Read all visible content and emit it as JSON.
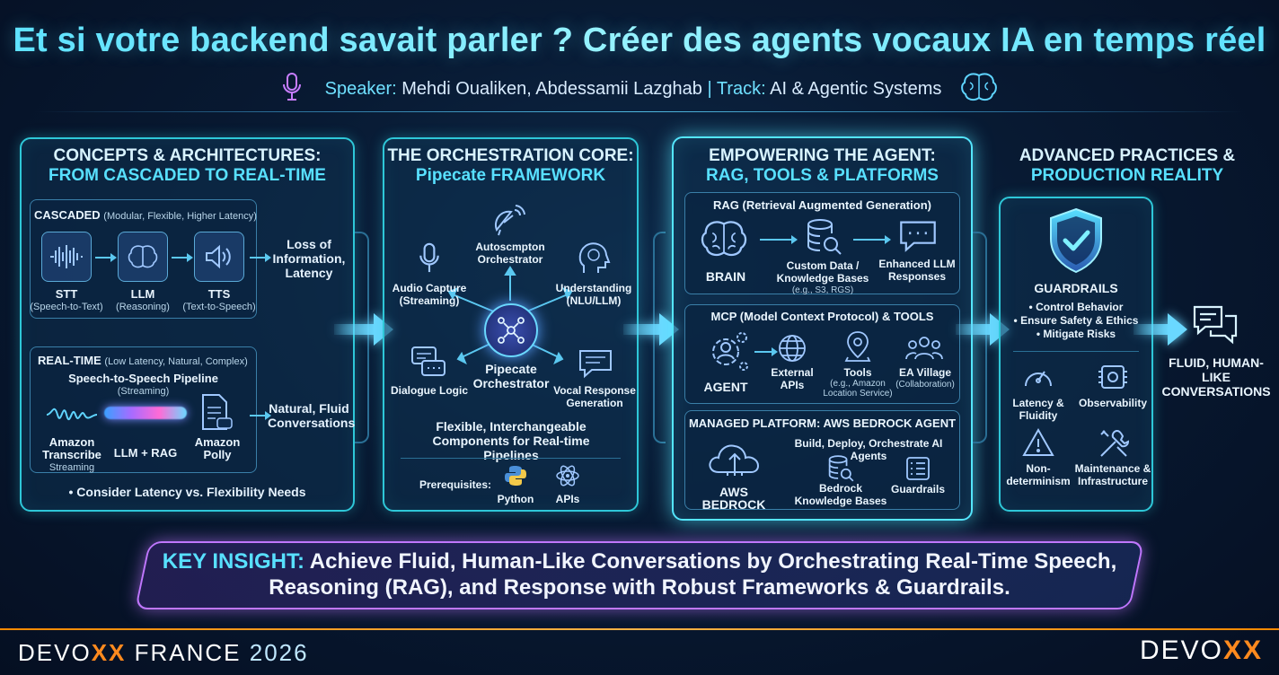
{
  "header": {
    "title": "Et si votre backend savait parler ? Créer des agents vocaux IA en temps réel",
    "speaker_label": "Speaker:",
    "speaker_names": "Mehdi Oualiken, Abdessamii Lazghab",
    "track_label": "| Track:",
    "track_name": "AI & Agentic Systems"
  },
  "col1": {
    "title_line1": "CONCEPTS & ARCHITECTURES:",
    "title_line2": "FROM CASCADED TO REAL-TIME",
    "cascaded": {
      "heading": "CASCADED",
      "heading_note": "(Modular, Flexible, Higher Latency)",
      "items": [
        {
          "label": "STT",
          "note": "(Speech-to-Text)"
        },
        {
          "label": "LLM",
          "note": "(Reasoning)"
        },
        {
          "label": "TTS",
          "note": "(Text-to-Speech)"
        }
      ],
      "outcome": "Loss of Information, Latency"
    },
    "realtime": {
      "heading": "REAL-TIME",
      "heading_note": "(Low Latency, Natural, Complex)",
      "pipeline": "Speech-to-Speech Pipeline",
      "pipeline_note": "(Streaming)",
      "items": [
        {
          "label": "Amazon Transcribe",
          "note": "Streaming"
        },
        {
          "label": "LLM + RAG",
          "note": ""
        },
        {
          "label": "Amazon Polly",
          "note": ""
        }
      ],
      "outcome": "Natural, Fluid Conversations"
    },
    "footnote": "• Consider Latency vs. Flexibility Needs"
  },
  "col2": {
    "title_line1": "THE ORCHESTRATION CORE:",
    "title_line2": "Pipecate FRAMEWORK",
    "center": "Pipecate Orchestrator",
    "nodes": {
      "top": "Autoscmpton Orchestrator",
      "left": "Audio Capture (Streaming)",
      "right": "Understanding (NLU/LLM)",
      "bottom_left": "Dialogue Logic",
      "bottom_right": "Vocal Response Generation"
    },
    "tagline": "Flexible, Interchangeable Components for Real-time Pipelines",
    "prereq_label": "Prerequisites:",
    "prereq_items": [
      "Python",
      "APIs"
    ]
  },
  "col3": {
    "title_line1": "EMPOWERING THE AGENT:",
    "title_line2": "RAG, TOOLS & PLATFORMS",
    "rag": {
      "heading": "RAG (Retrieval Augmented Generation)",
      "brain": "BRAIN",
      "custom": "Custom Data / Knowledge Bases",
      "custom_note": "(e.g., S3, RGS)",
      "enhanced": "Enhanced LLM Responses"
    },
    "mcp": {
      "heading": "MCP (Model Context Protocol) & TOOLS",
      "agent": "AGENT",
      "external": "External APIs",
      "tools": "Tools",
      "tools_note": "(e.g., Amazon Location Service)",
      "village": "EA Village",
      "village_note": "(Collaboration)"
    },
    "platform": {
      "heading": "MANAGED PLATFORM: AWS BEDROCK AGENT",
      "bedrock": "AWS BEDROCK",
      "build": "Build, Deploy, Orchestrate AI Agents",
      "kb": "Bedrock Knowledge Bases",
      "guardrails": "Guardrails"
    }
  },
  "col4": {
    "title_line1": "ADVANCED PRACTICES &",
    "title_line2": "PRODUCTION REALITY",
    "guardrails": "GUARDRAILS",
    "bullets": [
      "• Control Behavior",
      "• Ensure Safety & Ethics",
      "• Mitigate Risks"
    ],
    "items": [
      "Latency & Fluidity",
      "Observability",
      "Non-determinism",
      "Maintenance & Infrastructure"
    ]
  },
  "result": "FLUID, HUMAN-LIKE CONVERSATIONS",
  "insight": {
    "label": "KEY INSIGHT:",
    "text": "Achieve Fluid, Human-Like Conversations by Orchestrating Real-Time Speech, Reasoning (RAG), and Response with Robust Frameworks & Guardrails."
  },
  "footer": {
    "left_a": "DEVO",
    "left_x": "XX",
    "left_b": "FRANCE",
    "left_year": "2026",
    "right_a": "DEVO",
    "right_x": "XX"
  },
  "colors": {
    "accent": "#58e0ff",
    "panel_border": "#2ec7d8",
    "insight_border": "#c077ff",
    "footer_orange": "#ff8a1e"
  }
}
